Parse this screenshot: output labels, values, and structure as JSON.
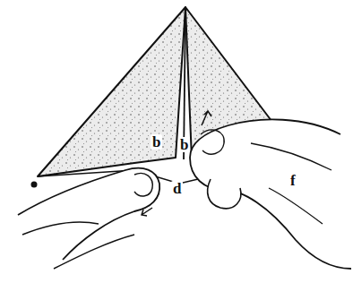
{
  "diagram": {
    "labels": [
      "b",
      "b",
      "d",
      "f"
    ]
  }
}
